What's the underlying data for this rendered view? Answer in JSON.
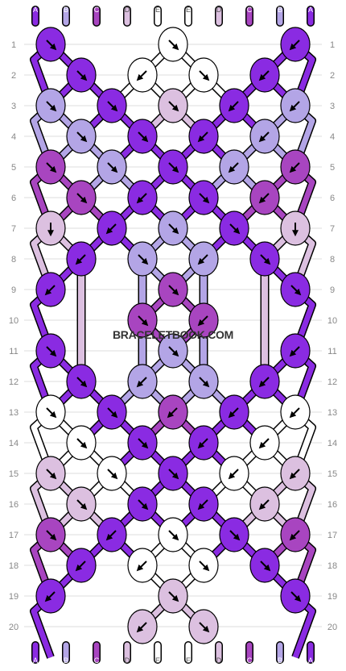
{
  "watermark": "BRACELETBOOK.COM",
  "colors": {
    "A": "#8a2be2",
    "B": "#b3a5e6",
    "C": "#a845c0",
    "D": "#dcc0e0",
    "E": "#ffffff"
  },
  "strings": {
    "top": [
      "A",
      "B",
      "C",
      "D",
      "E",
      "E",
      "D",
      "C",
      "B",
      "A"
    ],
    "bottom": [
      "A",
      "B",
      "C",
      "D",
      "E",
      "E",
      "D",
      "C",
      "B",
      "A"
    ]
  },
  "rows": {
    "left_labels": [
      "1",
      "2",
      "3",
      "4",
      "5",
      "6",
      "7",
      "8",
      "9",
      "10",
      "11",
      "12",
      "13",
      "14",
      "15",
      "16",
      "17",
      "18",
      "19",
      "20"
    ],
    "right_labels": [
      "1",
      "2",
      "3",
      "4",
      "5",
      "6",
      "7",
      "8",
      "9",
      "10",
      "11",
      "12",
      "13",
      "14",
      "15",
      "16",
      "17",
      "18",
      "19",
      "20"
    ]
  },
  "knots": [
    {
      "row": 1,
      "col": 1,
      "color": "A",
      "dir": "se"
    },
    {
      "row": 1,
      "col": 3,
      "color": "E",
      "dir": "se"
    },
    {
      "row": 1,
      "col": 5,
      "color": "A",
      "dir": "sw"
    },
    {
      "row": 2,
      "col": 1,
      "color": "A",
      "dir": "se"
    },
    {
      "row": 2,
      "col": 2,
      "color": "E",
      "dir": "sw"
    },
    {
      "row": 2,
      "col": 3,
      "color": "E",
      "dir": "se"
    },
    {
      "row": 2,
      "col": 4,
      "color": "A",
      "dir": "sw"
    },
    {
      "row": 3,
      "col": 0,
      "color": "B",
      "dir": "se"
    },
    {
      "row": 3,
      "col": 2,
      "color": "A",
      "dir": "se"
    },
    {
      "row": 3,
      "col": 3,
      "color": "D",
      "dir": "se"
    },
    {
      "row": 3,
      "col": 4,
      "color": "A",
      "dir": "sw"
    },
    {
      "row": 3,
      "col": 6,
      "color": "B",
      "dir": "sw"
    },
    {
      "row": 4,
      "col": 1,
      "color": "B",
      "dir": "se"
    },
    {
      "row": 4,
      "col": 2,
      "color": "A",
      "dir": "se"
    },
    {
      "row": 4,
      "col": 4,
      "color": "A",
      "dir": "sw"
    },
    {
      "row": 4,
      "col": 5,
      "color": "B",
      "dir": "sw"
    },
    {
      "row": 5,
      "col": 0,
      "color": "C",
      "dir": "se"
    },
    {
      "row": 5,
      "col": 2,
      "color": "B",
      "dir": "se"
    },
    {
      "row": 5,
      "col": 3,
      "color": "A",
      "dir": "se"
    },
    {
      "row": 5,
      "col": 4,
      "color": "B",
      "dir": "sw"
    },
    {
      "row": 5,
      "col": 6,
      "color": "C",
      "dir": "sw"
    },
    {
      "row": 6,
      "col": 1,
      "color": "C",
      "dir": "se"
    },
    {
      "row": 6,
      "col": 2,
      "color": "A",
      "dir": "sw"
    },
    {
      "row": 6,
      "col": 4,
      "color": "A",
      "dir": "se"
    },
    {
      "row": 6,
      "col": 5,
      "color": "C",
      "dir": "sw"
    },
    {
      "row": 7,
      "col": 0,
      "color": "D",
      "dir": "s"
    },
    {
      "row": 7,
      "col": 2,
      "color": "A",
      "dir": "sw"
    },
    {
      "row": 7,
      "col": 3,
      "color": "B",
      "dir": "se"
    },
    {
      "row": 7,
      "col": 4,
      "color": "A",
      "dir": "se"
    },
    {
      "row": 7,
      "col": 6,
      "color": "D",
      "dir": "s"
    },
    {
      "row": 8,
      "col": 1,
      "color": "A",
      "dir": "sw"
    },
    {
      "row": 8,
      "col": 2,
      "color": "B",
      "dir": "se"
    },
    {
      "row": 8,
      "col": 4,
      "color": "B",
      "dir": "sw"
    },
    {
      "row": 8,
      "col": 5,
      "color": "A",
      "dir": "se"
    },
    {
      "row": 9,
      "col": 0,
      "color": "A",
      "dir": "sw"
    },
    {
      "row": 9,
      "col": 3,
      "color": "C",
      "dir": "se"
    },
    {
      "row": 9,
      "col": 6,
      "color": "A",
      "dir": "se"
    },
    {
      "row": 10,
      "col": 2,
      "color": "C",
      "dir": "se"
    },
    {
      "row": 10,
      "col": 4,
      "color": "C",
      "dir": "sw"
    },
    {
      "row": 11,
      "col": 0,
      "color": "A",
      "dir": "se"
    },
    {
      "row": 11,
      "col": 3,
      "color": "B",
      "dir": "se"
    },
    {
      "row": 11,
      "col": 6,
      "color": "A",
      "dir": "sw"
    },
    {
      "row": 12,
      "col": 1,
      "color": "A",
      "dir": "se"
    },
    {
      "row": 12,
      "col": 2,
      "color": "B",
      "dir": "sw"
    },
    {
      "row": 12,
      "col": 4,
      "color": "B",
      "dir": "se"
    },
    {
      "row": 12,
      "col": 5,
      "color": "A",
      "dir": "sw"
    },
    {
      "row": 13,
      "col": 0,
      "color": "E",
      "dir": "se"
    },
    {
      "row": 13,
      "col": 2,
      "color": "A",
      "dir": "se"
    },
    {
      "row": 13,
      "col": 3,
      "color": "C",
      "dir": "sw"
    },
    {
      "row": 13,
      "col": 4,
      "color": "A",
      "dir": "sw"
    },
    {
      "row": 13,
      "col": 6,
      "color": "E",
      "dir": "sw"
    },
    {
      "row": 14,
      "col": 1,
      "color": "E",
      "dir": "se"
    },
    {
      "row": 14,
      "col": 2,
      "color": "A",
      "dir": "se"
    },
    {
      "row": 14,
      "col": 4,
      "color": "A",
      "dir": "sw"
    },
    {
      "row": 14,
      "col": 5,
      "color": "E",
      "dir": "sw"
    },
    {
      "row": 15,
      "col": 0,
      "color": "D",
      "dir": "se"
    },
    {
      "row": 15,
      "col": 2,
      "color": "E",
      "dir": "se"
    },
    {
      "row": 15,
      "col": 3,
      "color": "A",
      "dir": "se"
    },
    {
      "row": 15,
      "col": 4,
      "color": "E",
      "dir": "sw"
    },
    {
      "row": 15,
      "col": 6,
      "color": "D",
      "dir": "sw"
    },
    {
      "row": 16,
      "col": 1,
      "color": "D",
      "dir": "se"
    },
    {
      "row": 16,
      "col": 2,
      "color": "A",
      "dir": "se"
    },
    {
      "row": 16,
      "col": 4,
      "color": "A",
      "dir": "sw"
    },
    {
      "row": 16,
      "col": 5,
      "color": "D",
      "dir": "sw"
    },
    {
      "row": 17,
      "col": 0,
      "color": "C",
      "dir": "se"
    },
    {
      "row": 17,
      "col": 2,
      "color": "A",
      "dir": "sw"
    },
    {
      "row": 17,
      "col": 3,
      "color": "E",
      "dir": "se"
    },
    {
      "row": 17,
      "col": 4,
      "color": "A",
      "dir": "se"
    },
    {
      "row": 17,
      "col": 6,
      "color": "C",
      "dir": "sw"
    },
    {
      "row": 18,
      "col": 1,
      "color": "A",
      "dir": "sw"
    },
    {
      "row": 18,
      "col": 2,
      "color": "E",
      "dir": "sw"
    },
    {
      "row": 18,
      "col": 4,
      "color": "E",
      "dir": "se"
    },
    {
      "row": 18,
      "col": 5,
      "color": "A",
      "dir": "se"
    },
    {
      "row": 19,
      "col": 0,
      "color": "A",
      "dir": "sw"
    },
    {
      "row": 19,
      "col": 3,
      "color": "D",
      "dir": "se"
    },
    {
      "row": 19,
      "col": 6,
      "color": "A",
      "dir": "se"
    },
    {
      "row": 20,
      "col": 2,
      "color": "D",
      "dir": "sw"
    },
    {
      "row": 20,
      "col": 4,
      "color": "D",
      "dir": "se"
    }
  ]
}
